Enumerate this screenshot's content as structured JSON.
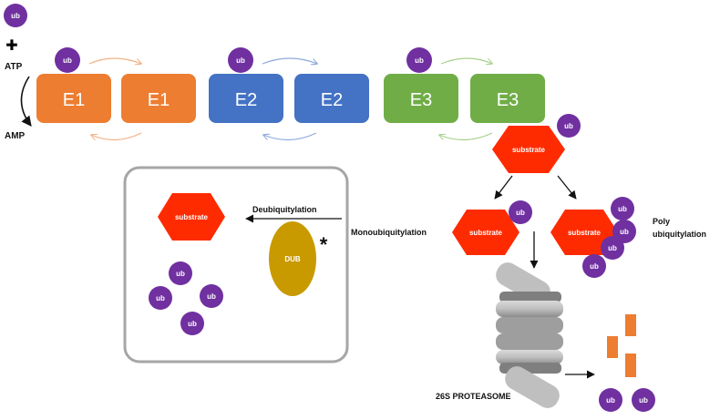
{
  "colors": {
    "e1": "#ED7D31",
    "e2": "#4472C4",
    "e3": "#70AD47",
    "ub": "#7030A0",
    "substrate": "#FF2B00",
    "dub": "#C99A00",
    "box_border": "#A6A6A6",
    "fragment": "#ED7D31"
  },
  "ub_label": "ub",
  "plus_symbol": "✚",
  "labels": {
    "atp": "ATP",
    "amp": "AMP",
    "deubiquitylation": "Deubiquitylation",
    "monoubiquitylation": "Monoubiquitylation",
    "poly": "Poly\nubiquitylation",
    "proteasome": "26S PROTEASOME",
    "dub": "DUB",
    "asterisk": "*"
  },
  "enzymes": {
    "e1": "E1",
    "e2": "E2",
    "e3": "E3"
  },
  "substrate_label": "substrate"
}
